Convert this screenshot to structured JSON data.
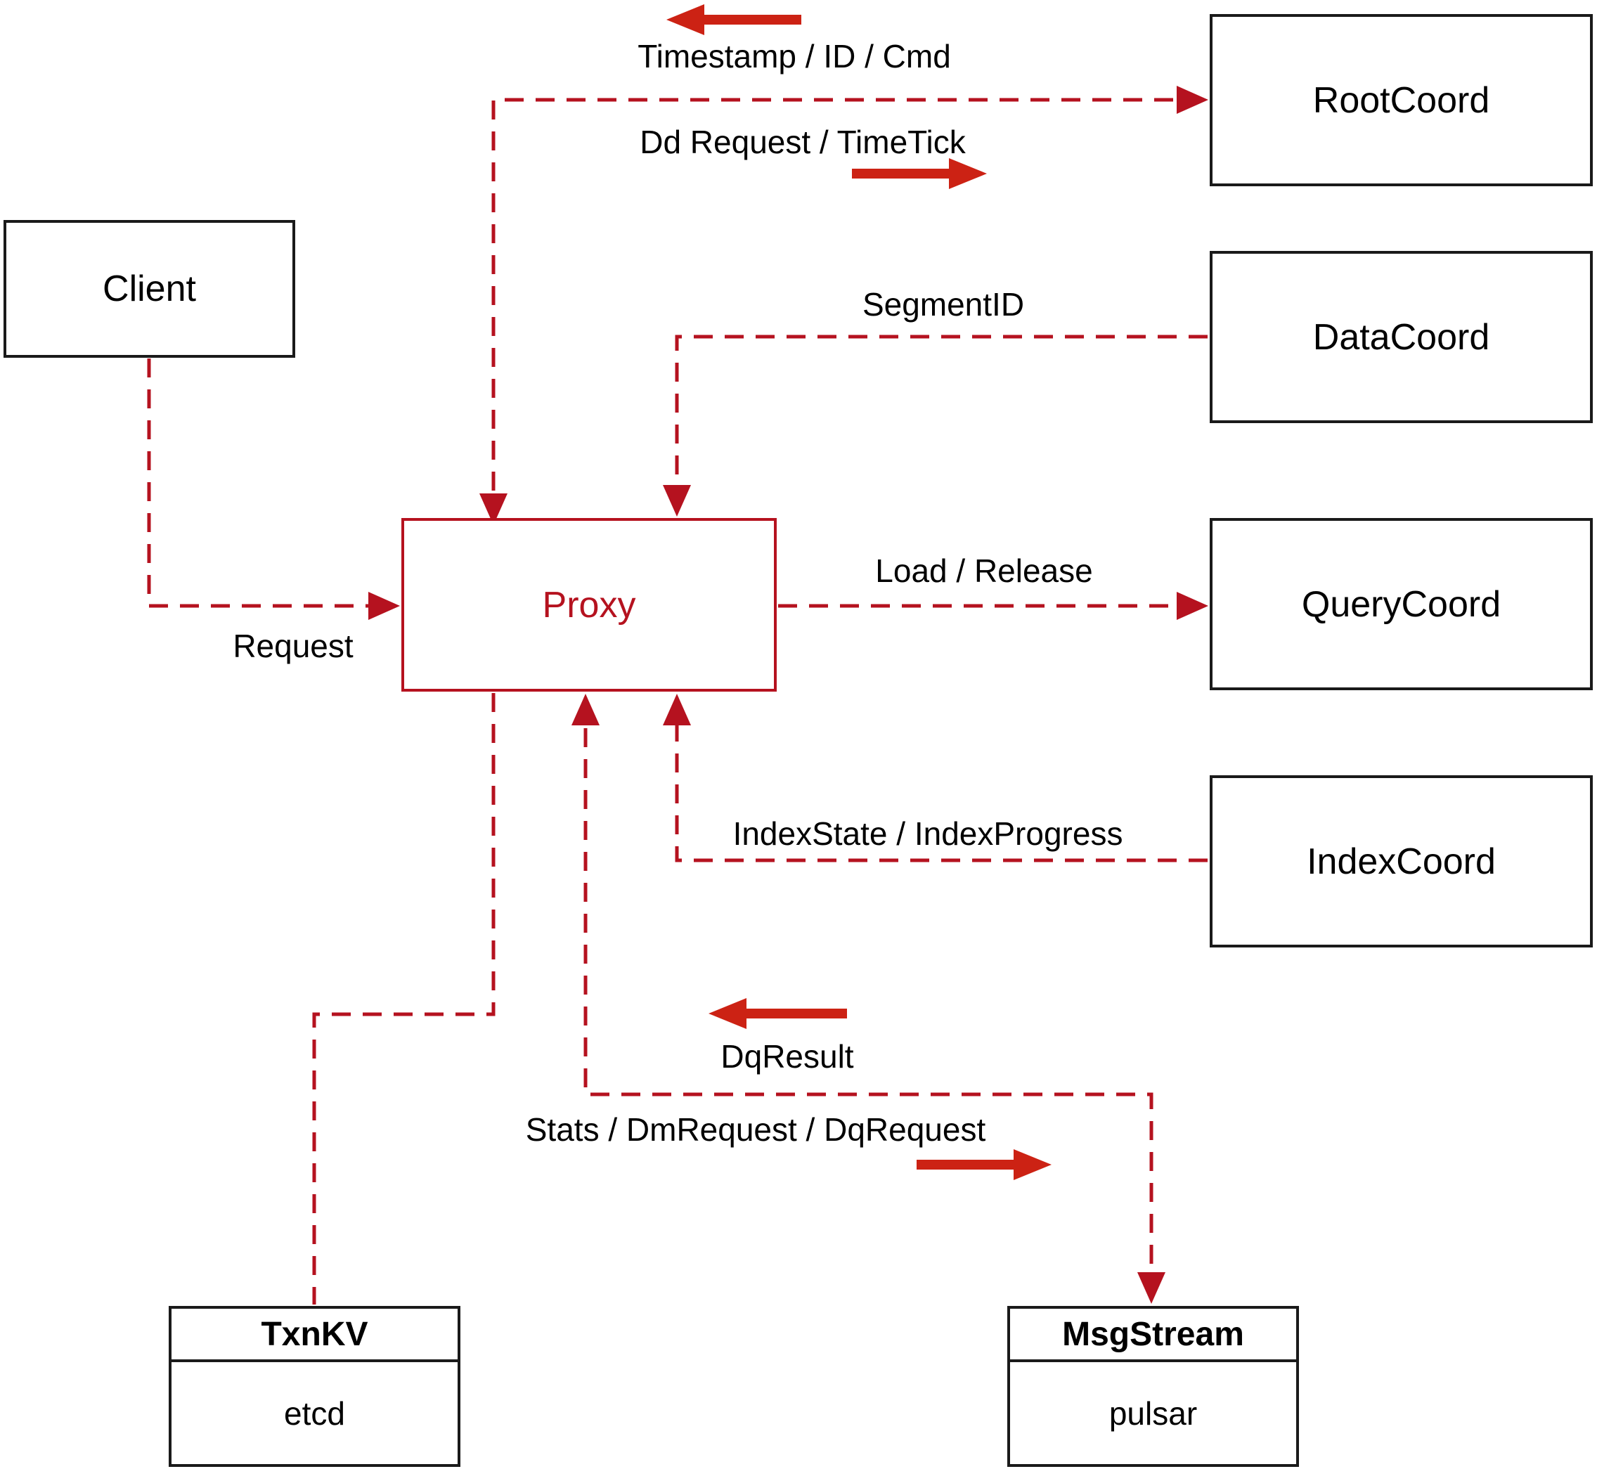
{
  "nodes": {
    "client": {
      "label": "Client"
    },
    "proxy": {
      "label": "Proxy"
    },
    "root_coord": {
      "label": "RootCoord"
    },
    "data_coord": {
      "label": "DataCoord"
    },
    "query_coord": {
      "label": "QueryCoord"
    },
    "index_coord": {
      "label": "IndexCoord"
    },
    "txn_kv": {
      "title": "TxnKV",
      "body": "etcd"
    },
    "msg_stream": {
      "title": "MsgStream",
      "body": "pulsar"
    }
  },
  "edges": {
    "timestamp_id_cmd": {
      "label": "Timestamp / ID / Cmd",
      "direction": "left"
    },
    "dd_request_timetick": {
      "label": "Dd Request / TimeTick",
      "direction": "right"
    },
    "segment_id": {
      "label": "SegmentID",
      "direction": "into-proxy"
    },
    "request": {
      "label": "Request",
      "direction": "into-proxy"
    },
    "load_release": {
      "label": "Load / Release",
      "direction": "into-querycoord"
    },
    "index_state": {
      "label": "IndexState / IndexProgress",
      "direction": "into-proxy"
    },
    "dq_result": {
      "label": "DqResult",
      "direction": "left"
    },
    "stats_dm_dq": {
      "label": "Stats / DmRequest / DqRequest",
      "direction": "right"
    }
  },
  "colors": {
    "connector": "#b5121f",
    "direction_arrow": "#cc2214",
    "node_border": "#1a1a1a",
    "proxy_accent": "#b5121f",
    "background": "#ffffff",
    "label_text": "#000000"
  }
}
